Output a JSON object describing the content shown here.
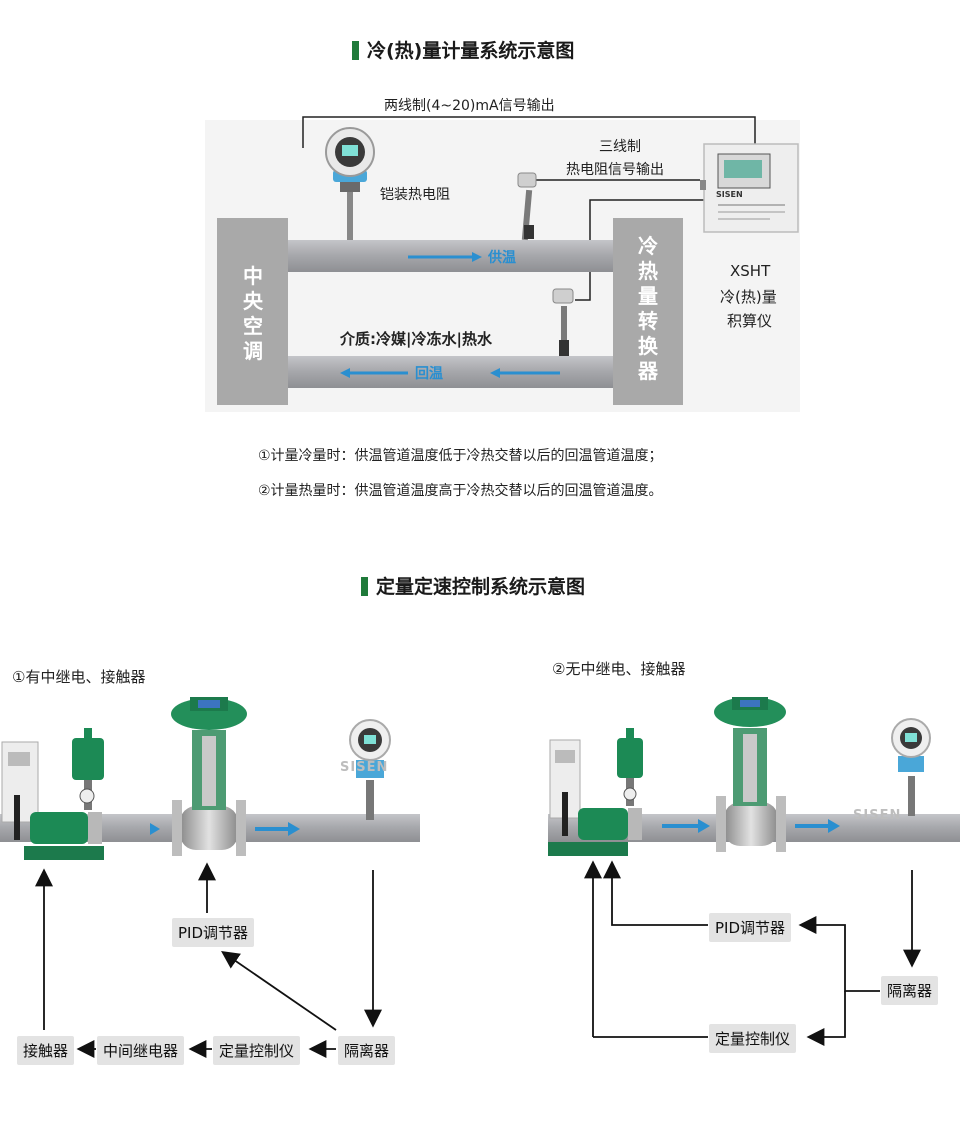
{
  "section1": {
    "title": "冷(热)量计量系统示意图",
    "two_wire_label": "两线制(4~20)mA信号输出",
    "three_wire_label_1": "三线制",
    "three_wire_label_2": "热电阻信号输出",
    "armored_rtd_label": "铠装热电阻",
    "supply_label": "供温",
    "return_label": "回温",
    "central_ac_chars": [
      "中",
      "央",
      "空",
      "调"
    ],
    "exchanger_chars": [
      "冷",
      "热",
      "量",
      "转",
      "换",
      "器"
    ],
    "medium_label": "介质:冷媒|冷冻水|热水",
    "meter_name_1": "XSHT",
    "meter_name_2": "冷(热)量",
    "meter_name_3": "积算仪",
    "meter_brand": "SISEN",
    "note_1": "①计量冷量时：供温管道温度低于冷热交替以后的回温管道温度；",
    "note_2": "②计量热量时：供温管道温度高于冷热交替以后的回温管道温度。"
  },
  "section2": {
    "title": "定量定速控制系统示意图",
    "left_title": "①有中继电、接触器",
    "right_title": "②无中继电、接触器",
    "left_boxes": {
      "pid": "PID调节器",
      "contactor": "接触器",
      "relay": "中间继电器",
      "controller": "定量控制仪",
      "isolator": "隔离器"
    },
    "right_boxes": {
      "pid": "PID调节器",
      "isolator": "隔离器",
      "controller": "定量控制仪"
    },
    "watermark": "SISEN"
  },
  "colors": {
    "accent_green": "#1f7a3a",
    "pipe_gray": "#a6a7ab",
    "block_gray": "#a9a9a9",
    "flow_blue": "#2a8fd0",
    "pump_green": "#1c8a55"
  }
}
